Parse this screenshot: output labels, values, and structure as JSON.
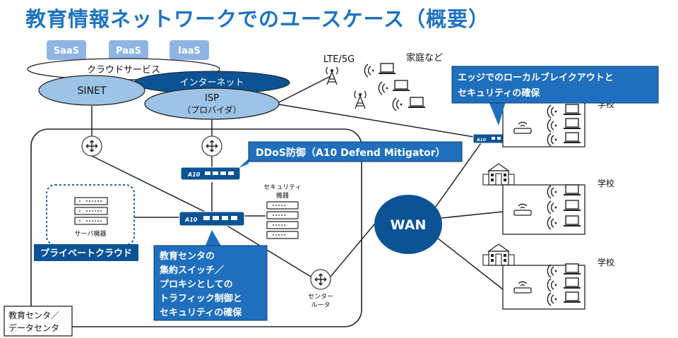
{
  "title": "教育情報ネットワークでのユースケース（概要）",
  "cloud": {
    "saas": "SaaS",
    "paas": "PaaS",
    "iaas": "IaaS",
    "cloud_service": "クラウドサービス",
    "sinet": "SINET",
    "internet": "インターネット",
    "isp_line1": "ISP",
    "isp_line2": "（プロバイダ）"
  },
  "mobile": {
    "lte": "LTE/5G",
    "home": "家庭など"
  },
  "callouts": {
    "edge_line1": "エッジでのローカルブレイクアウトと",
    "edge_line2": "セキュリティの確保",
    "ddos": "DDoS防御（A10 Defend Mitigator）",
    "center_lines": [
      "教育センタの",
      "集約スイッチ／",
      "プロキシとしての",
      "トラフィック制御と",
      "セキュリティの確保"
    ]
  },
  "datacenter": {
    "private_cloud": "プライベートクラウド",
    "server_label": "サーバ機器",
    "security_line1": "セキュリティ",
    "security_line2": "機器",
    "center_router_line1": "センター",
    "center_router_line2": "ルータ",
    "dc_label_line1": "教育センタ／",
    "dc_label_line2": "データセンタ",
    "a10_label": "A10"
  },
  "wan": "WAN",
  "schools": [
    "学校",
    "学校",
    "学校"
  ],
  "colors": {
    "title": "#1e73be",
    "dark_blue": "#0b5394",
    "callout_blue": "#1f6fbd",
    "light_blue": "#9dc3e6",
    "saas_fill": "#8fb4e3"
  }
}
